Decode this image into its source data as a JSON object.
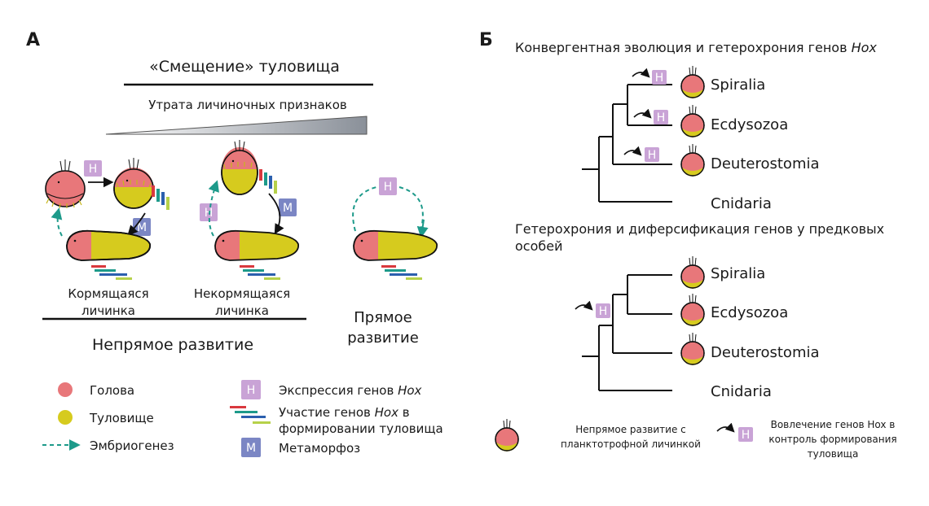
{
  "panel_a": {
    "letter": "А",
    "trunk_shift_title": "«Смещение» туловища",
    "loss_of_larval_traits": "Утрата личиночных признаков",
    "feeding_larva_line1": "Кормящаяся",
    "feeding_larva_line2": "личинка",
    "nonfeeding_larva_line1": "Некормящаяся",
    "nonfeeding_larva_line2": "личинка",
    "direct_dev_line1": "Прямое",
    "direct_dev_line2": "развитие",
    "indirect_dev": "Непрямое развитие",
    "badge_h": "H",
    "badge_m": "M"
  },
  "legend_a": {
    "head": "Голова",
    "trunk": "Туловище",
    "embryogenesis": "Эмбриогенез",
    "hox_expression_prefix": "Экспрессия генов ",
    "hox_word": "Hox",
    "hox_trunk_line1_prefix": "Участие генов ",
    "hox_trunk_line1_suffix": " в",
    "hox_trunk_line2": "формировании туловища",
    "metamorphosis": "Метаморфоз"
  },
  "panel_b": {
    "letter": "Б",
    "title1_prefix": "Конвергентная эволюция и гетерохрония генов ",
    "title1_hox": "Hox",
    "title2_line1": "Гетерохрония и диферсификация генов у предковых",
    "title2_line2": "особей",
    "taxa": [
      "Spiralia",
      "Ecdysozoa",
      "Deuterostomia",
      "Cnidaria"
    ]
  },
  "legend_b": {
    "indirect_line1": "Непрямое развитие с",
    "indirect_line2": "планктотрофной личинкой",
    "hox_recruit_line1": "Вовлечение генов Hox в",
    "hox_recruit_line2": "контроль формирования",
    "hox_recruit_line3": "туловища"
  },
  "colors": {
    "head": "#e8777a",
    "trunk": "#d6cb1e",
    "hox_badge": "#c9a3d6",
    "meta_badge": "#7b86c4",
    "embryo_arrow": "#1d9a8a",
    "gene_bars": [
      "#d9393e",
      "#1d9a8a",
      "#2b5fae",
      "#b6d14a"
    ]
  }
}
